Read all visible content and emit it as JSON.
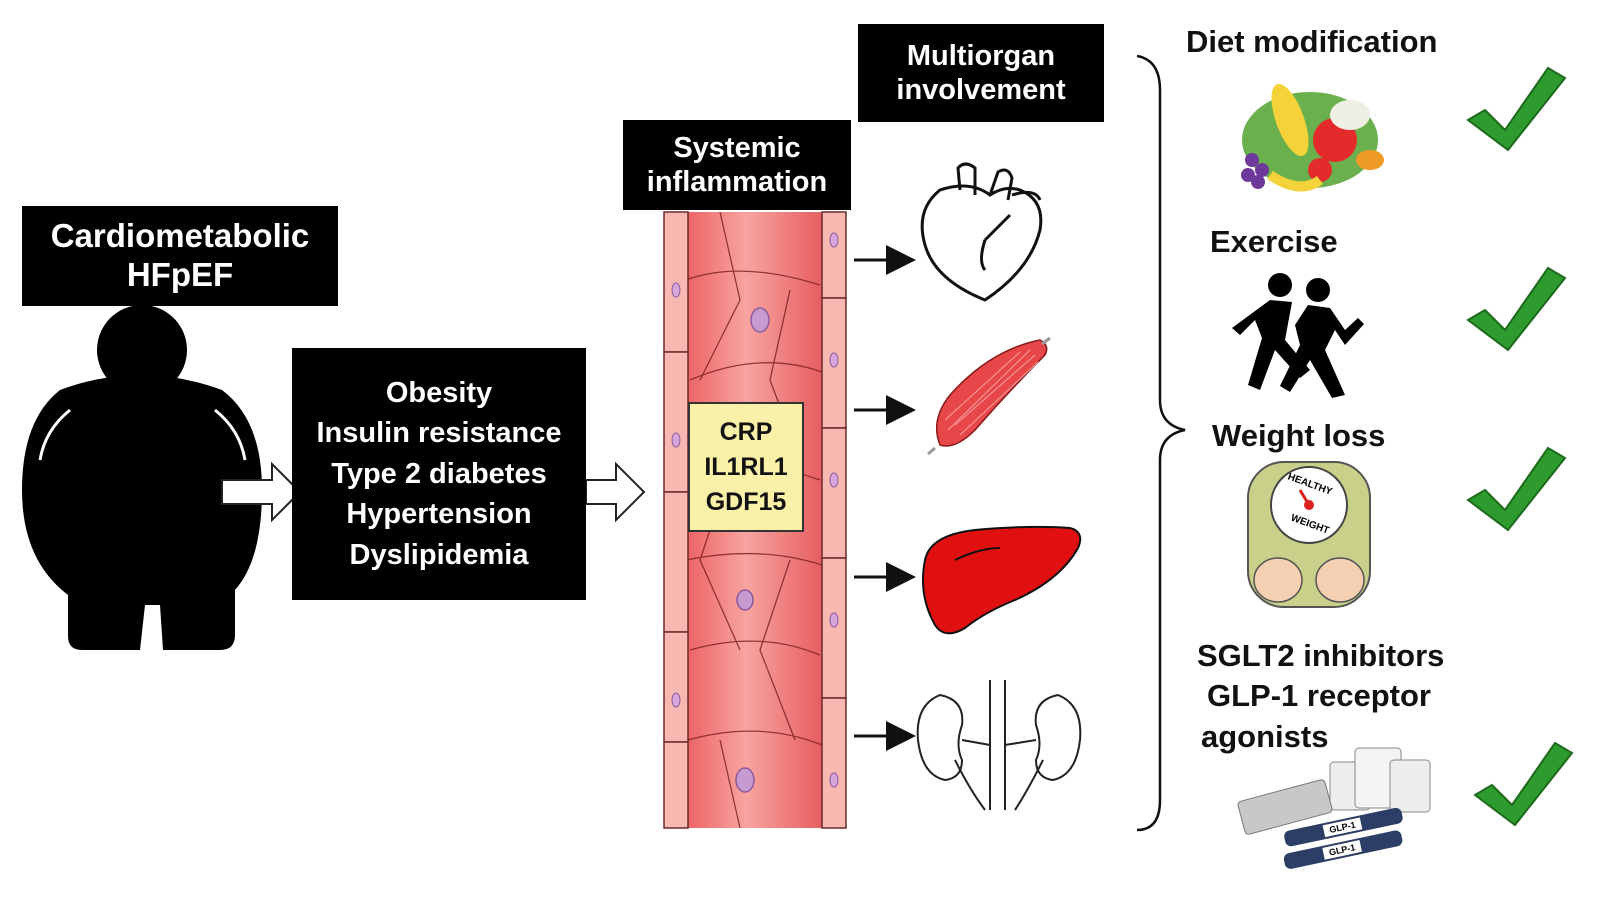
{
  "patient": {
    "title_lines": [
      "Cardiometabolic",
      "HFpEF"
    ]
  },
  "risk_factors": [
    "Obesity",
    "Insulin resistance",
    "Type 2 diabetes",
    "Hypertension",
    "Dyslipidemia"
  ],
  "inflammation": {
    "title_lines": [
      "Systemic",
      "inflammation"
    ],
    "markers": [
      "CRP",
      "IL1RL1",
      "GDF15"
    ]
  },
  "organs": {
    "title_lines": [
      "Multiorgan",
      "involvement"
    ],
    "items": [
      "heart-icon",
      "muscle-icon",
      "liver-icon",
      "kidneys-icon"
    ]
  },
  "interventions": [
    {
      "lines": [
        "Diet modification"
      ],
      "icon": "fruit-vegetable-icon"
    },
    {
      "lines": [
        "Exercise"
      ],
      "icon": "runners-icon"
    },
    {
      "lines": [
        "Weight loss"
      ],
      "icon": "scale-icon",
      "scale_text": [
        "HEALTHY",
        "WEIGHT"
      ]
    },
    {
      "lines": [
        "SGLT2 inhibitors",
        "GLP-1 receptor",
        "agonists"
      ],
      "icon": "medication-icon",
      "pen_labels": [
        "GLP-1",
        "GLP-1"
      ]
    }
  ],
  "colors": {
    "vessel": "#e2565a",
    "vessel_wall": "#f6b8b0",
    "liver": "#e01010",
    "muscle": "#e8474a",
    "check": "#2e9b2e",
    "marker_bg": "#fbf0a8"
  }
}
